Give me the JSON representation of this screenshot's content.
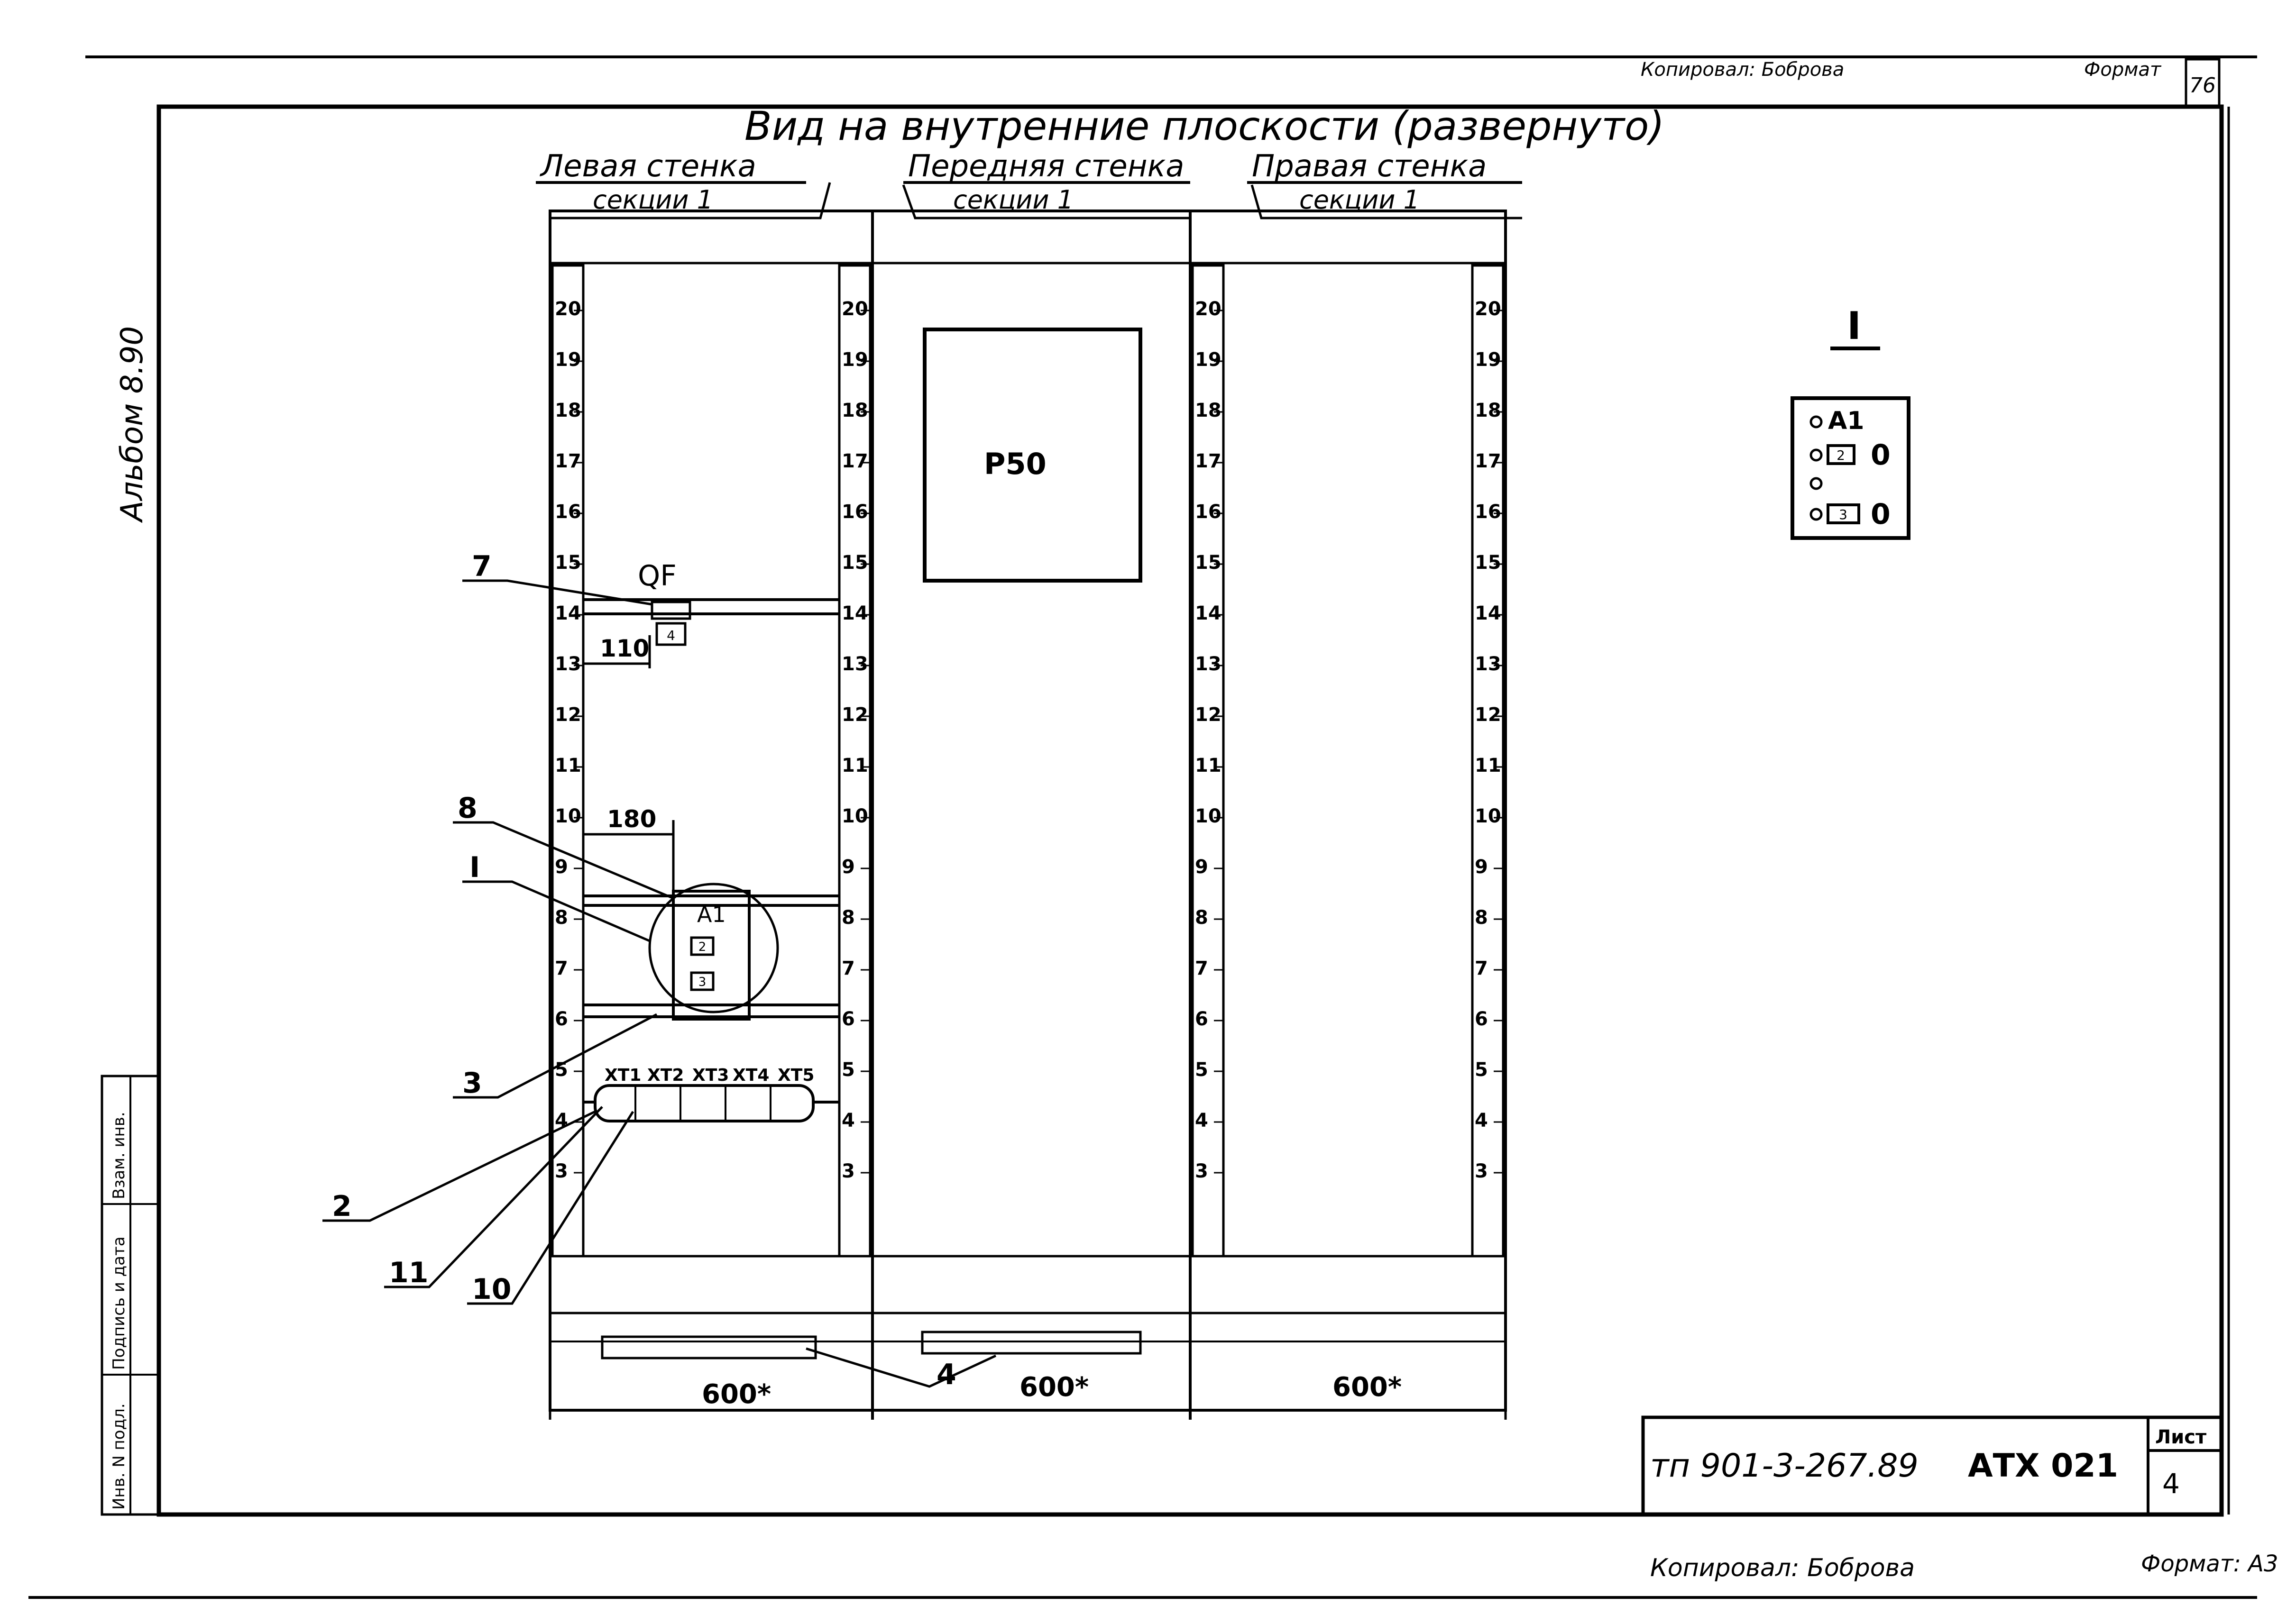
{
  "header": {
    "copied_by_top": "Копировал: Боброва",
    "format_top": "Формат",
    "page_number": "76"
  },
  "album_label": "Альбом 8.90",
  "drawing_title": "Вид на внутренние плоскости (развернуто)",
  "sections": [
    {
      "title": "Левая стенка",
      "subtitle": "секции 1",
      "width_label": "600*"
    },
    {
      "title": "Передняя стенка",
      "subtitle": "секции 1",
      "width_label": "600*"
    },
    {
      "title": "Правая стенка",
      "subtitle": "секции 1",
      "width_label": "600*"
    }
  ],
  "rail_numbers_top": [
    "20",
    "19",
    "18",
    "17",
    "16",
    "15",
    "14",
    "13",
    "12",
    "11",
    "10",
    "9",
    "8",
    "7",
    "6",
    "5",
    "4",
    "3"
  ],
  "front_device_label": "Р50",
  "qf_label": "QF",
  "qf_dim": "110",
  "a1_dim": "180",
  "a1_label": "А1",
  "terminal_labels": [
    "ХТ1",
    "ХТ2",
    "ХТ3",
    "ХТ4",
    "ХТ5"
  ],
  "callouts": [
    "7",
    "8",
    "I",
    "3",
    "2",
    "11",
    "10",
    "4"
  ],
  "detail": {
    "title": "I",
    "device": "А1",
    "marks": [
      "0",
      "0"
    ],
    "slot_marks": [
      "2",
      "3"
    ]
  },
  "qf_small_mark": "4",
  "stamp": {
    "doc_code": "тп 901-3-267.89",
    "doc_set": "АТХ 021",
    "sheet_label": "Лист",
    "sheet_number": "4"
  },
  "side_stamp": [
    "Инв. N подл.",
    "Подпись и дата",
    "Взам. инв."
  ],
  "footer": {
    "copied_by": "Копировал: Боброва",
    "format": "Формат: А3"
  }
}
